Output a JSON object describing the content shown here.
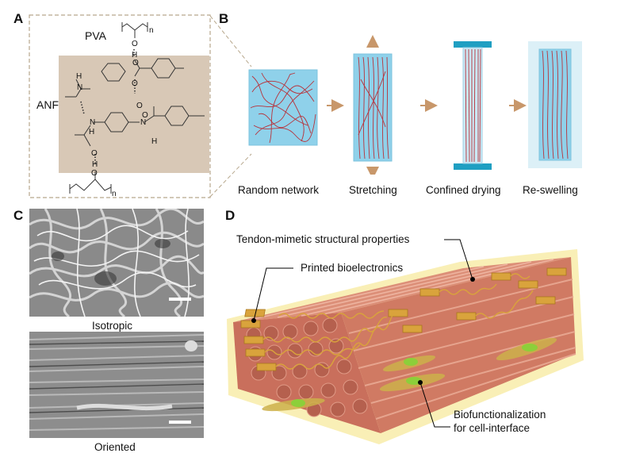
{
  "panels": {
    "a": {
      "letter": "A",
      "polymer_top": "PVA",
      "polymer_left": "ANF",
      "repeat_index_top": "n",
      "repeat_index_bottom": "n",
      "atoms": {
        "O": "O",
        "H": "H",
        "N": "N"
      }
    },
    "b": {
      "letter": "B",
      "steps": [
        "Random network",
        "Stretching",
        "Confined drying",
        "Re-swelling"
      ]
    },
    "c": {
      "letter": "C",
      "top_caption": "Isotropic",
      "bottom_caption": "Oriented"
    },
    "d": {
      "letter": "D",
      "callouts": {
        "structural": "Tendon-mimetic structural properties",
        "electronics": "Printed bioelectronics",
        "bio_line1": "Biofunctionalization",
        "bio_line2": "for cell-interface"
      }
    }
  },
  "colors": {
    "hydrogel_blue": "#8fd1ea",
    "fiber_red": "#b8323a",
    "anf_box": "#d8c8b6",
    "arrow_tan": "#c8976a",
    "clamp_teal": "#1f9fc2",
    "tendon_pink": "#d98a72",
    "gold": "#d9a33c",
    "cell_green": "#8ccf3a"
  }
}
